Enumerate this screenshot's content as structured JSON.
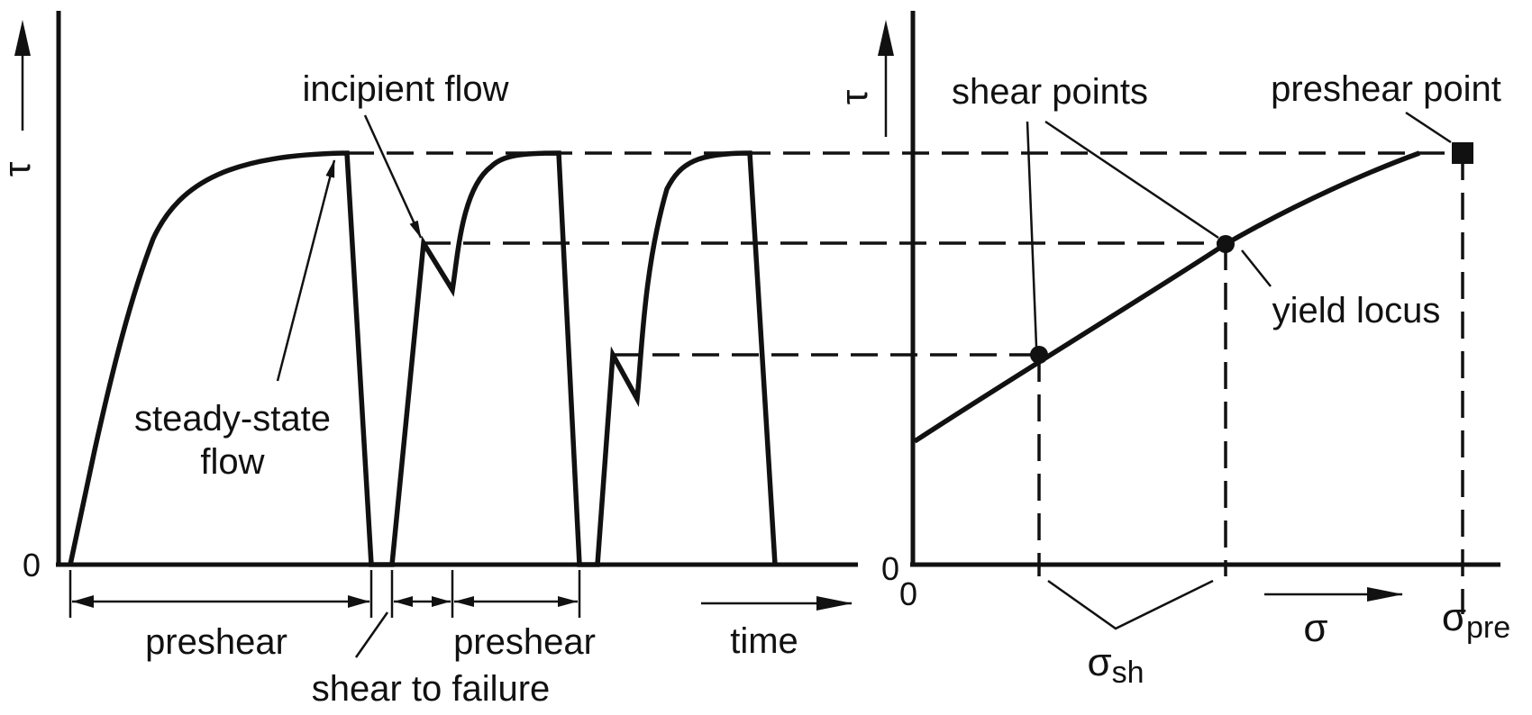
{
  "left_chart": {
    "y_axis_symbol": "τ",
    "origin_label": "0",
    "x_axis_label": "time",
    "labels": {
      "incipient_flow": "incipient flow",
      "steady_state_line1": "steady-state",
      "steady_state_line2": "flow",
      "preshear_1": "preshear",
      "preshear_2": "preshear",
      "shear_to_failure": "shear to failure"
    }
  },
  "right_chart": {
    "y_axis_symbol": "τ",
    "origin_label_y": "0",
    "origin_label_x": "0",
    "x_axis_symbol": "σ",
    "labels": {
      "shear_points": "shear points",
      "preshear_point": "preshear point",
      "yield_locus": "yield locus",
      "sigma_sh_base": "σ",
      "sigma_sh_sub": "sh",
      "sigma_pre_base": "σ",
      "sigma_pre_sub": "pre"
    }
  },
  "colors": {
    "ink": "#111111",
    "background": "#ffffff"
  }
}
